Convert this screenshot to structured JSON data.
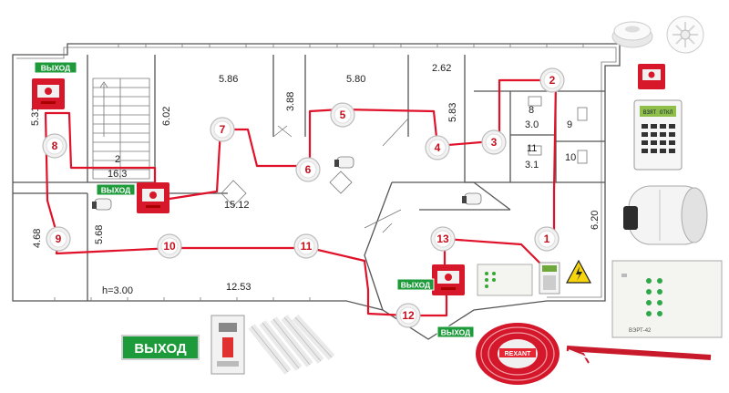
{
  "floor_plan": {
    "dimensions": {
      "d586": "5.86",
      "d580": "5.80",
      "d262": "2.62",
      "d388": "3.88",
      "d602": "6.02",
      "d583": "5.83",
      "d8": "8",
      "d30": "3.0",
      "d9": "9",
      "d11": "11",
      "d31": "3.1",
      "d10": "10",
      "d531": "5.31",
      "d2": "2",
      "d163": "16.3",
      "d1512": "15.12",
      "d468": "4.68",
      "d568": "5.68",
      "d620": "6.20",
      "height": "h=3.00",
      "d1253": "12.53"
    },
    "detectors": [
      {
        "label": "1"
      },
      {
        "label": "2"
      },
      {
        "label": "3"
      },
      {
        "label": "4"
      },
      {
        "label": "5"
      },
      {
        "label": "6"
      },
      {
        "label": "7"
      },
      {
        "label": "8"
      },
      {
        "label": "9"
      },
      {
        "label": "10"
      },
      {
        "label": "11"
      },
      {
        "label": "12"
      },
      {
        "label": "13"
      }
    ],
    "exit_signs": [
      "ВЫХОД",
      "ВЫХОД",
      "ВЫХОД",
      "ВЫХОД"
    ]
  },
  "equipment": {
    "exit_sign_large": "ВЫХОД",
    "cable_brand": "REXANT",
    "panel_model": "ВЭРТ-42",
    "keypad_display": "ВЗЯТ ОТКЛ"
  },
  "colors": {
    "wire": "#e0122a",
    "exit_sign": "#1d9a3a",
    "call_point": "#d7172a",
    "label_color": "#c8101e"
  }
}
